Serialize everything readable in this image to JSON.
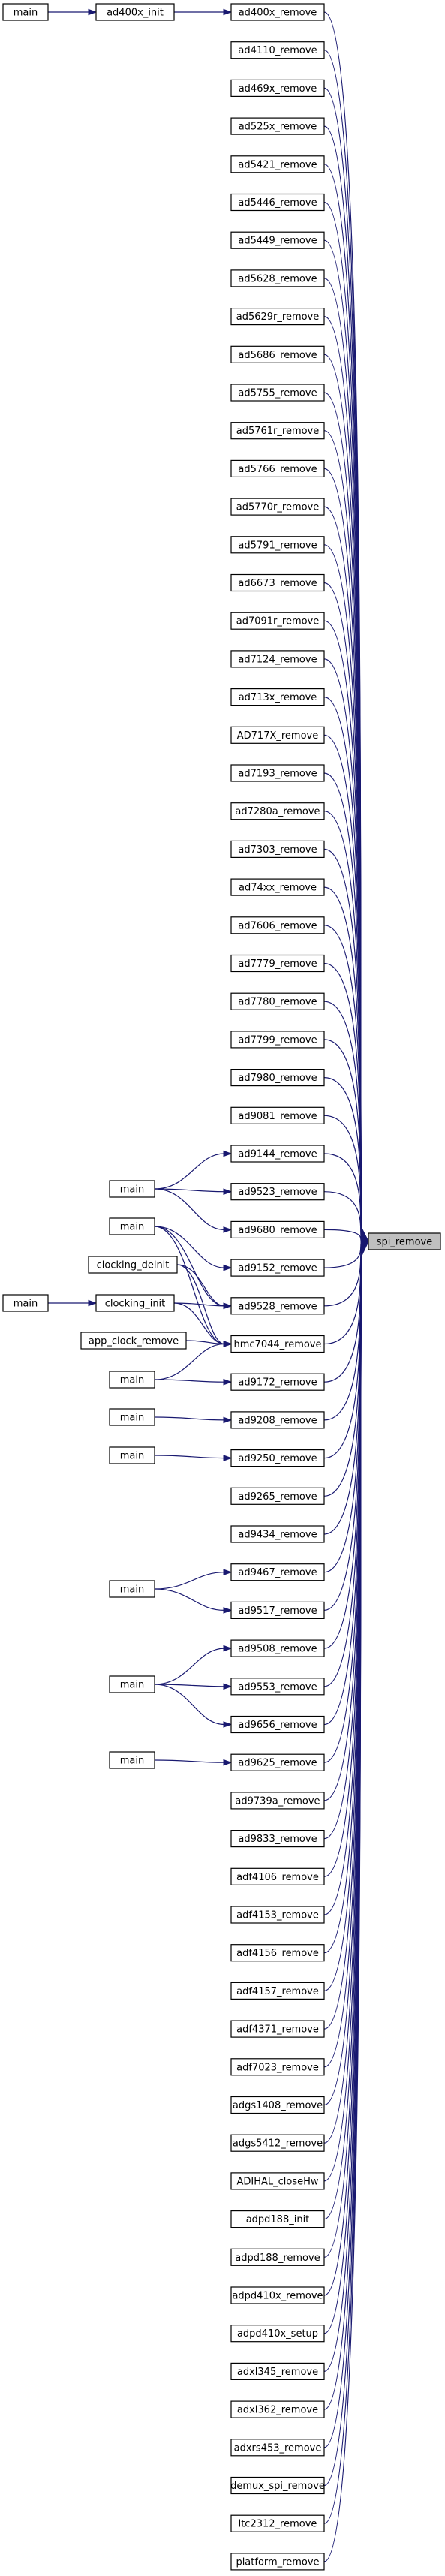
{
  "graph": {
    "root": "spi_remove",
    "colors": {
      "edge": "#191970",
      "node_border": "#000000",
      "root_fill": "#bfbfbf",
      "node_fill": "#ffffff"
    },
    "callers": [
      {
        "id": "ad400x_remove",
        "label": "ad400x_remove"
      },
      {
        "id": "ad4110_remove",
        "label": "ad4110_remove"
      },
      {
        "id": "ad469x_remove",
        "label": "ad469x_remove"
      },
      {
        "id": "ad525x_remove",
        "label": "ad525x_remove"
      },
      {
        "id": "ad5421_remove",
        "label": "ad5421_remove"
      },
      {
        "id": "ad5446_remove",
        "label": "ad5446_remove"
      },
      {
        "id": "ad5449_remove",
        "label": "ad5449_remove"
      },
      {
        "id": "ad5628_remove",
        "label": "ad5628_remove"
      },
      {
        "id": "ad5629r_remove",
        "label": "ad5629r_remove"
      },
      {
        "id": "ad5686_remove",
        "label": "ad5686_remove"
      },
      {
        "id": "ad5755_remove",
        "label": "ad5755_remove"
      },
      {
        "id": "ad5761r_remove",
        "label": "ad5761r_remove"
      },
      {
        "id": "ad5766_remove",
        "label": "ad5766_remove"
      },
      {
        "id": "ad5770r_remove",
        "label": "ad5770r_remove"
      },
      {
        "id": "ad5791_remove",
        "label": "ad5791_remove"
      },
      {
        "id": "ad6673_remove",
        "label": "ad6673_remove"
      },
      {
        "id": "ad7091r_remove",
        "label": "ad7091r_remove"
      },
      {
        "id": "ad7124_remove",
        "label": "ad7124_remove"
      },
      {
        "id": "ad713x_remove",
        "label": "ad713x_remove"
      },
      {
        "id": "AD717X_remove",
        "label": "AD717X_remove"
      },
      {
        "id": "ad7193_remove",
        "label": "ad7193_remove"
      },
      {
        "id": "ad7280a_remove",
        "label": "ad7280a_remove"
      },
      {
        "id": "ad7303_remove",
        "label": "ad7303_remove"
      },
      {
        "id": "ad74xx_remove",
        "label": "ad74xx_remove"
      },
      {
        "id": "ad7606_remove",
        "label": "ad7606_remove"
      },
      {
        "id": "ad7779_remove",
        "label": "ad7779_remove"
      },
      {
        "id": "ad7780_remove",
        "label": "ad7780_remove"
      },
      {
        "id": "ad7799_remove",
        "label": "ad7799_remove"
      },
      {
        "id": "ad7980_remove",
        "label": "ad7980_remove"
      },
      {
        "id": "ad9081_remove",
        "label": "ad9081_remove"
      },
      {
        "id": "ad9144_remove",
        "label": "ad9144_remove"
      },
      {
        "id": "ad9523_remove",
        "label": "ad9523_remove"
      },
      {
        "id": "ad9680_remove",
        "label": "ad9680_remove"
      },
      {
        "id": "ad9152_remove",
        "label": "ad9152_remove"
      },
      {
        "id": "ad9528_remove",
        "label": "ad9528_remove"
      },
      {
        "id": "hmc7044_remove",
        "label": "hmc7044_remove"
      },
      {
        "id": "ad9172_remove",
        "label": "ad9172_remove"
      },
      {
        "id": "ad9208_remove",
        "label": "ad9208_remove"
      },
      {
        "id": "ad9250_remove",
        "label": "ad9250_remove"
      },
      {
        "id": "ad9265_remove",
        "label": "ad9265_remove"
      },
      {
        "id": "ad9434_remove",
        "label": "ad9434_remove"
      },
      {
        "id": "ad9467_remove",
        "label": "ad9467_remove"
      },
      {
        "id": "ad9517_remove",
        "label": "ad9517_remove"
      },
      {
        "id": "ad9508_remove",
        "label": "ad9508_remove"
      },
      {
        "id": "ad9553_remove",
        "label": "ad9553_remove"
      },
      {
        "id": "ad9656_remove",
        "label": "ad9656_remove"
      },
      {
        "id": "ad9625_remove",
        "label": "ad9625_remove"
      },
      {
        "id": "ad9739a_remove",
        "label": "ad9739a_remove"
      },
      {
        "id": "ad9833_remove",
        "label": "ad9833_remove"
      },
      {
        "id": "adf4106_remove",
        "label": "adf4106_remove"
      },
      {
        "id": "adf4153_remove",
        "label": "adf4153_remove"
      },
      {
        "id": "adf4156_remove",
        "label": "adf4156_remove"
      },
      {
        "id": "adf4157_remove",
        "label": "adf4157_remove"
      },
      {
        "id": "adf4371_remove",
        "label": "adf4371_remove"
      },
      {
        "id": "adf7023_remove",
        "label": "adf7023_remove"
      },
      {
        "id": "adgs1408_remove",
        "label": "adgs1408_remove"
      },
      {
        "id": "adgs5412_remove",
        "label": "adgs5412_remove"
      },
      {
        "id": "ADIHAL_closeHw",
        "label": "ADIHAL_closeHw"
      },
      {
        "id": "adpd188_init",
        "label": "adpd188_init"
      },
      {
        "id": "adpd188_remove",
        "label": "adpd188_remove"
      },
      {
        "id": "adpd410x_remove",
        "label": "adpd410x_remove"
      },
      {
        "id": "adpd410x_setup",
        "label": "adpd410x_setup"
      },
      {
        "id": "adxl345_remove",
        "label": "adxl345_remove"
      },
      {
        "id": "adxl362_remove",
        "label": "adxl362_remove"
      },
      {
        "id": "adxrs453_remove",
        "label": "adxrs453_remove"
      },
      {
        "id": "demux_spi_remove",
        "label": "demux_spi_remove"
      },
      {
        "id": "ltc2312_remove",
        "label": "ltc2312_remove"
      },
      {
        "id": "platform_remove",
        "label": "platform_remove"
      }
    ],
    "extra_nodes": [
      {
        "id": "ad400x_init",
        "label": "ad400x_init"
      },
      {
        "id": "main_1",
        "label": "main"
      },
      {
        "id": "main_2",
        "label": "main"
      },
      {
        "id": "main_3",
        "label": "main"
      },
      {
        "id": "clocking_deinit",
        "label": "clocking_deinit"
      },
      {
        "id": "clocking_init",
        "label": "clocking_init"
      },
      {
        "id": "main_4",
        "label": "main"
      },
      {
        "id": "app_clock_remove",
        "label": "app_clock_remove"
      },
      {
        "id": "main_5",
        "label": "main"
      },
      {
        "id": "main_6",
        "label": "main"
      },
      {
        "id": "main_7",
        "label": "main"
      },
      {
        "id": "main_8",
        "label": "main"
      },
      {
        "id": "main_9",
        "label": "main"
      },
      {
        "id": "main_10",
        "label": "main"
      }
    ],
    "extra_edges": [
      {
        "from": "main_1",
        "to": "ad400x_init"
      },
      {
        "from": "ad400x_init",
        "to": "ad400x_remove"
      },
      {
        "from": "main_2",
        "to": "ad9144_remove"
      },
      {
        "from": "main_2",
        "to": "ad9523_remove"
      },
      {
        "from": "main_2",
        "to": "ad9680_remove"
      },
      {
        "from": "main_3",
        "to": "ad9152_remove"
      },
      {
        "from": "main_3",
        "to": "ad9528_remove"
      },
      {
        "from": "main_3",
        "to": "hmc7044_remove"
      },
      {
        "from": "clocking_deinit",
        "to": "ad9528_remove"
      },
      {
        "from": "clocking_deinit",
        "to": "hmc7044_remove"
      },
      {
        "from": "clocking_init",
        "to": "ad9528_remove"
      },
      {
        "from": "clocking_init",
        "to": "hmc7044_remove"
      },
      {
        "from": "main_4",
        "to": "clocking_init"
      },
      {
        "from": "app_clock_remove",
        "to": "hmc7044_remove"
      },
      {
        "from": "main_5",
        "to": "hmc7044_remove"
      },
      {
        "from": "main_5",
        "to": "ad9172_remove"
      },
      {
        "from": "main_6",
        "to": "ad9208_remove"
      },
      {
        "from": "main_7",
        "to": "ad9250_remove"
      },
      {
        "from": "main_8",
        "to": "ad9467_remove"
      },
      {
        "from": "main_8",
        "to": "ad9517_remove"
      },
      {
        "from": "main_9",
        "to": "ad9508_remove"
      },
      {
        "from": "main_9",
        "to": "ad9553_remove"
      },
      {
        "from": "main_9",
        "to": "ad9656_remove"
      },
      {
        "from": "main_10",
        "to": "ad9625_remove"
      }
    ]
  }
}
